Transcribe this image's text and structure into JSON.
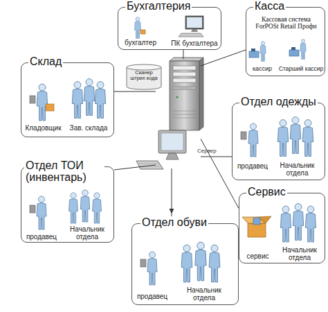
{
  "diagram": {
    "nodes": [
      {
        "text": [
          "Бухгалтерия"
        ]
      },
      {
        "text": [
          "бухгалтер"
        ],
        "in": 0
      },
      {
        "text": [
          "ПК бухгалтера"
        ],
        "in": 0
      },
      {
        "text": [
          "Касса",
          "Кассовая система ForPOSt Retail Профи"
        ]
      },
      {
        "text": [
          "кассир"
        ],
        "in": 3
      },
      {
        "text": [
          "Старший кассир"
        ],
        "in": 3
      },
      {
        "text": [
          "Склад"
        ]
      },
      {
        "text": [
          "Кладовщик"
        ],
        "in": 6
      },
      {
        "text": [
          "Зав. склада"
        ],
        "in": 6
      },
      {
        "text": [
          "Сканер штрих кода"
        ]
      },
      {
        "text": [
          "Сервер"
        ]
      },
      {
        "text": [
          "Отдел одежды"
        ]
      },
      {
        "text": [
          "продавец"
        ],
        "in": 11
      },
      {
        "text": [
          "Начальник отдела"
        ],
        "in": 11
      },
      {
        "text": [
          "Отдел ТОИ (инвентарь)"
        ]
      },
      {
        "text": [
          "продавец"
        ],
        "in": 14
      },
      {
        "text": [
          "Начальник отдела"
        ],
        "in": 14
      },
      {
        "text": [
          "Сервис"
        ]
      },
      {
        "text": [
          "сервис"
        ],
        "in": 17
      },
      {
        "text": [
          "Начальник отдела"
        ],
        "in": 17
      },
      {
        "text": [
          "Отдел обуви"
        ]
      },
      {
        "text": [
          "продавец"
        ],
        "in": 20
      },
      {
        "text": [
          "Начальник отдела"
        ],
        "in": 20
      }
    ],
    "edges": [
      {
        "from": 10,
        "to": 0,
        "arrow": "none"
      },
      {
        "from": 10,
        "to": 3,
        "arrow": "none"
      },
      {
        "from": 6,
        "to": 10,
        "arrow": "none"
      },
      {
        "from": 10,
        "to": 11,
        "arrow": "none"
      },
      {
        "from": 10,
        "to": 14,
        "arrow": "none"
      },
      {
        "from": 10,
        "to": 17,
        "arrow": "none"
      },
      {
        "from": 10,
        "to": 20,
        "arrow": "to"
      }
    ]
  }
}
